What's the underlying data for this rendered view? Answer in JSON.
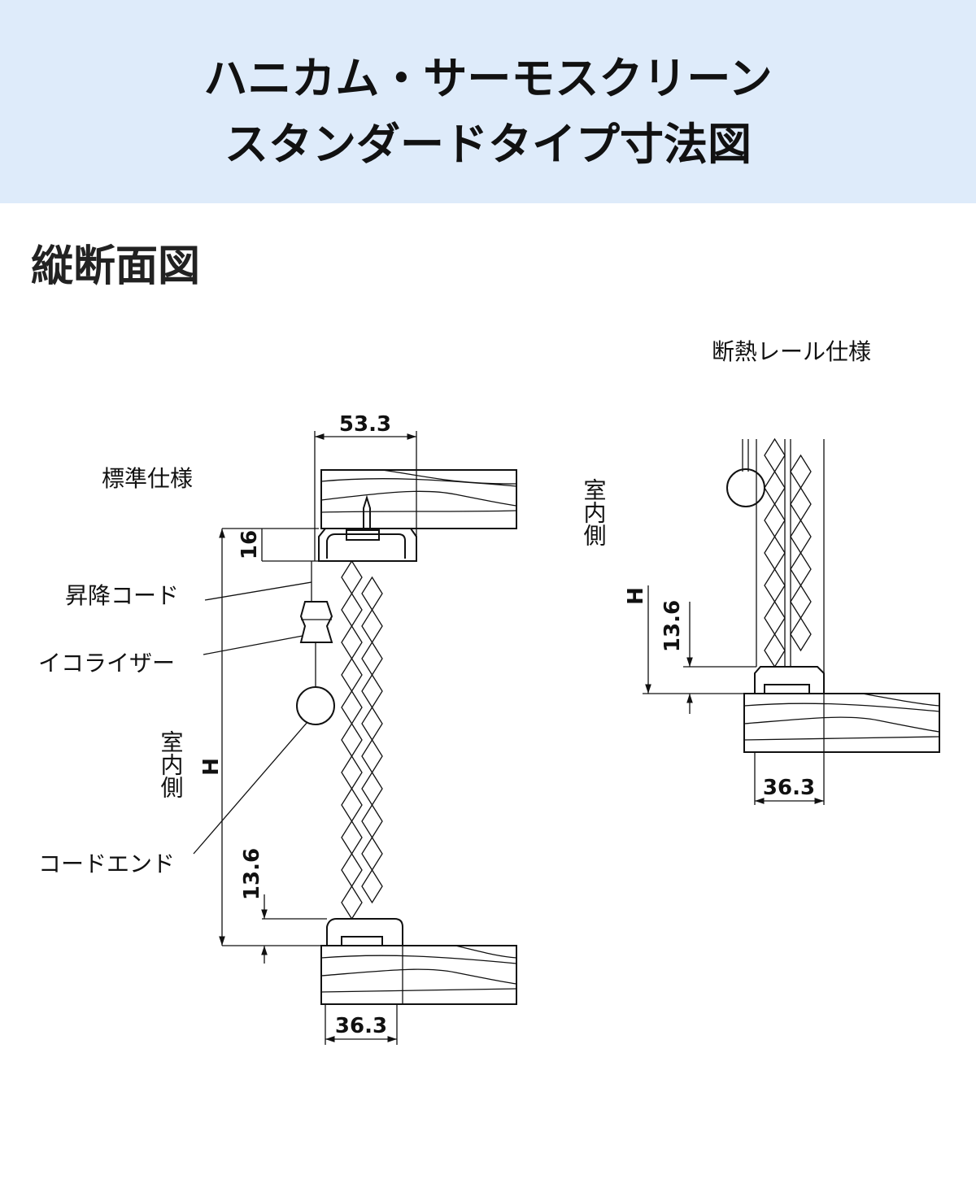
{
  "header": {
    "title_line1": "ハニカム・サーモスクリーン",
    "title_line2": "スタンダードタイプ寸法図"
  },
  "section_title": "縦断面図",
  "left": {
    "label": "標準仕様",
    "dim_top_width": "53.3",
    "dim_head_height": "16",
    "dim_H": "H",
    "dim_bottom_gap": "13.6",
    "dim_bottom_width": "36.3",
    "indoor": "室内側",
    "callouts": [
      "昇降コード",
      "イコライザー",
      "コードエンド"
    ]
  },
  "right": {
    "label": "断熱レール仕様",
    "indoor": "室内側",
    "dim_H": "H",
    "dim_gap": "13.6",
    "dim_width": "36.3"
  }
}
